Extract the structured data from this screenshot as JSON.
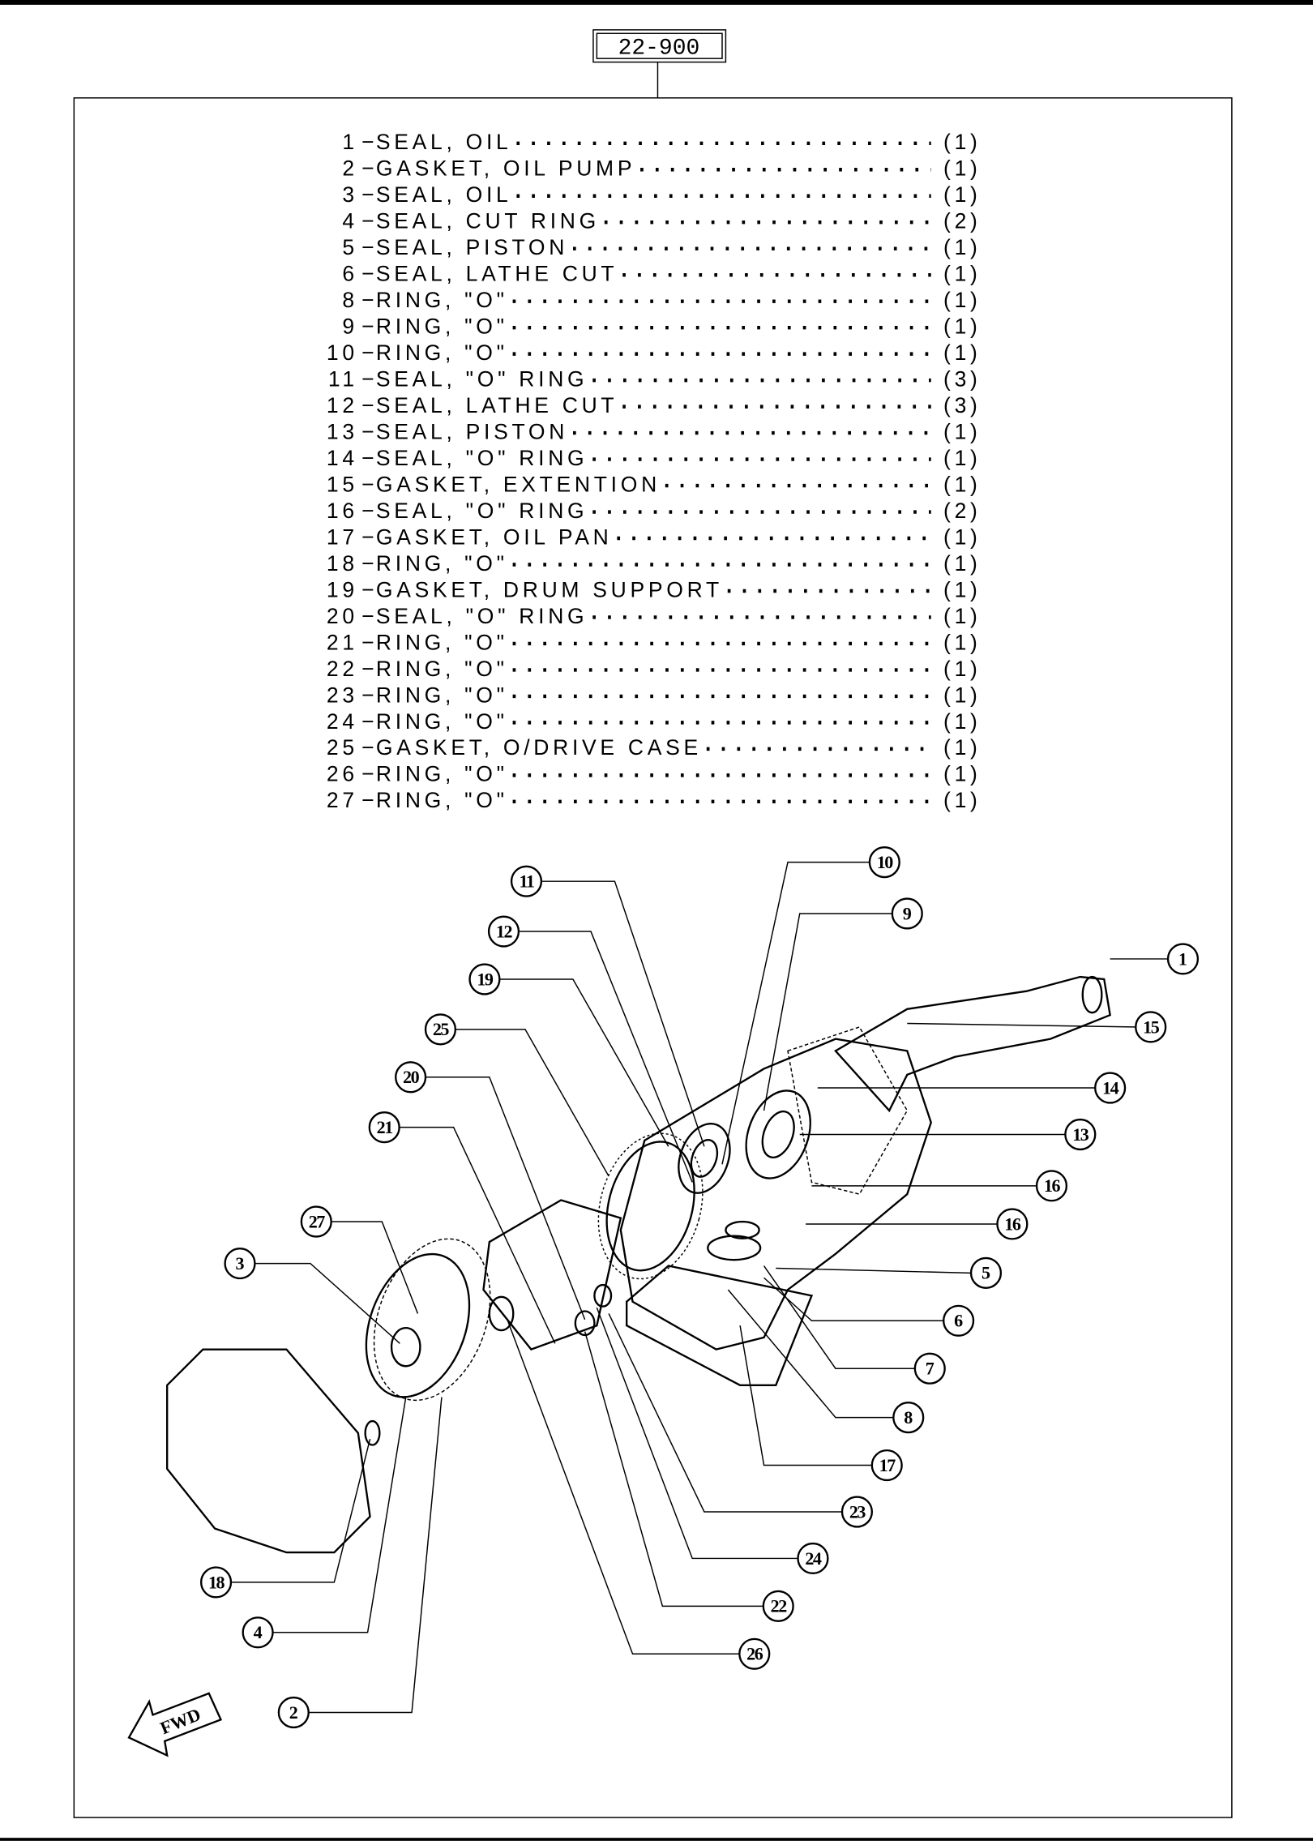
{
  "ref_code": "22-900",
  "parts": [
    {
      "num": "1",
      "name": "SEAL, OIL",
      "qty": "(1)"
    },
    {
      "num": "2",
      "name": "GASKET, OIL PUMP",
      "qty": "(1)"
    },
    {
      "num": "3",
      "name": "SEAL, OIL",
      "qty": "(1)"
    },
    {
      "num": "4",
      "name": "SEAL, CUT RING",
      "qty": "(2)"
    },
    {
      "num": "5",
      "name": "SEAL, PISTON",
      "qty": "(1)"
    },
    {
      "num": "6",
      "name": "SEAL, LATHE CUT",
      "qty": "(1)"
    },
    {
      "num": "8",
      "name": "RING, \"O\"",
      "qty": "(1)"
    },
    {
      "num": "9",
      "name": "RING, \"O\"",
      "qty": "(1)"
    },
    {
      "num": "10",
      "name": "RING, \"O\"",
      "qty": "(1)"
    },
    {
      "num": "11",
      "name": "SEAL, \"O\" RING",
      "qty": "(3)"
    },
    {
      "num": "12",
      "name": "SEAL, LATHE CUT",
      "qty": "(3)"
    },
    {
      "num": "13",
      "name": "SEAL, PISTON",
      "qty": "(1)"
    },
    {
      "num": "14",
      "name": "SEAL, \"O\" RING",
      "qty": "(1)"
    },
    {
      "num": "15",
      "name": "GASKET, EXTENTION",
      "qty": "(1)"
    },
    {
      "num": "16",
      "name": "SEAL, \"O\" RING",
      "qty": "(2)"
    },
    {
      "num": "17",
      "name": "GASKET, OIL PAN",
      "qty": "(1)"
    },
    {
      "num": "18",
      "name": "RING, \"O\"",
      "qty": "(1)"
    },
    {
      "num": "19",
      "name": "GASKET, DRUM SUPPORT",
      "qty": "(1)"
    },
    {
      "num": "20",
      "name": "SEAL, \"O\" RING",
      "qty": "(1)"
    },
    {
      "num": "21",
      "name": "RING, \"O\"",
      "qty": "(1)"
    },
    {
      "num": "22",
      "name": "RING, \"O\"",
      "qty": "(1)"
    },
    {
      "num": "23",
      "name": "RING, \"O\"",
      "qty": "(1)"
    },
    {
      "num": "24",
      "name": "RING, \"O\"",
      "qty": "(1)"
    },
    {
      "num": "25",
      "name": "GASKET, O/DRIVE CASE",
      "qty": "(1)"
    },
    {
      "num": "26",
      "name": "RING, \"O\"",
      "qty": "(1)"
    },
    {
      "num": "27",
      "name": "RING, \"O\"",
      "qty": "(1)"
    }
  ],
  "callouts": [
    "11",
    "10",
    "9",
    "12",
    "1",
    "19",
    "15",
    "25",
    "20",
    "14",
    "21",
    "13",
    "16",
    "27",
    "16",
    "3",
    "5",
    "6",
    "7",
    "8",
    "17",
    "23",
    "18",
    "24",
    "22",
    "4",
    "26",
    "2"
  ],
  "fwd_label": "FWD"
}
